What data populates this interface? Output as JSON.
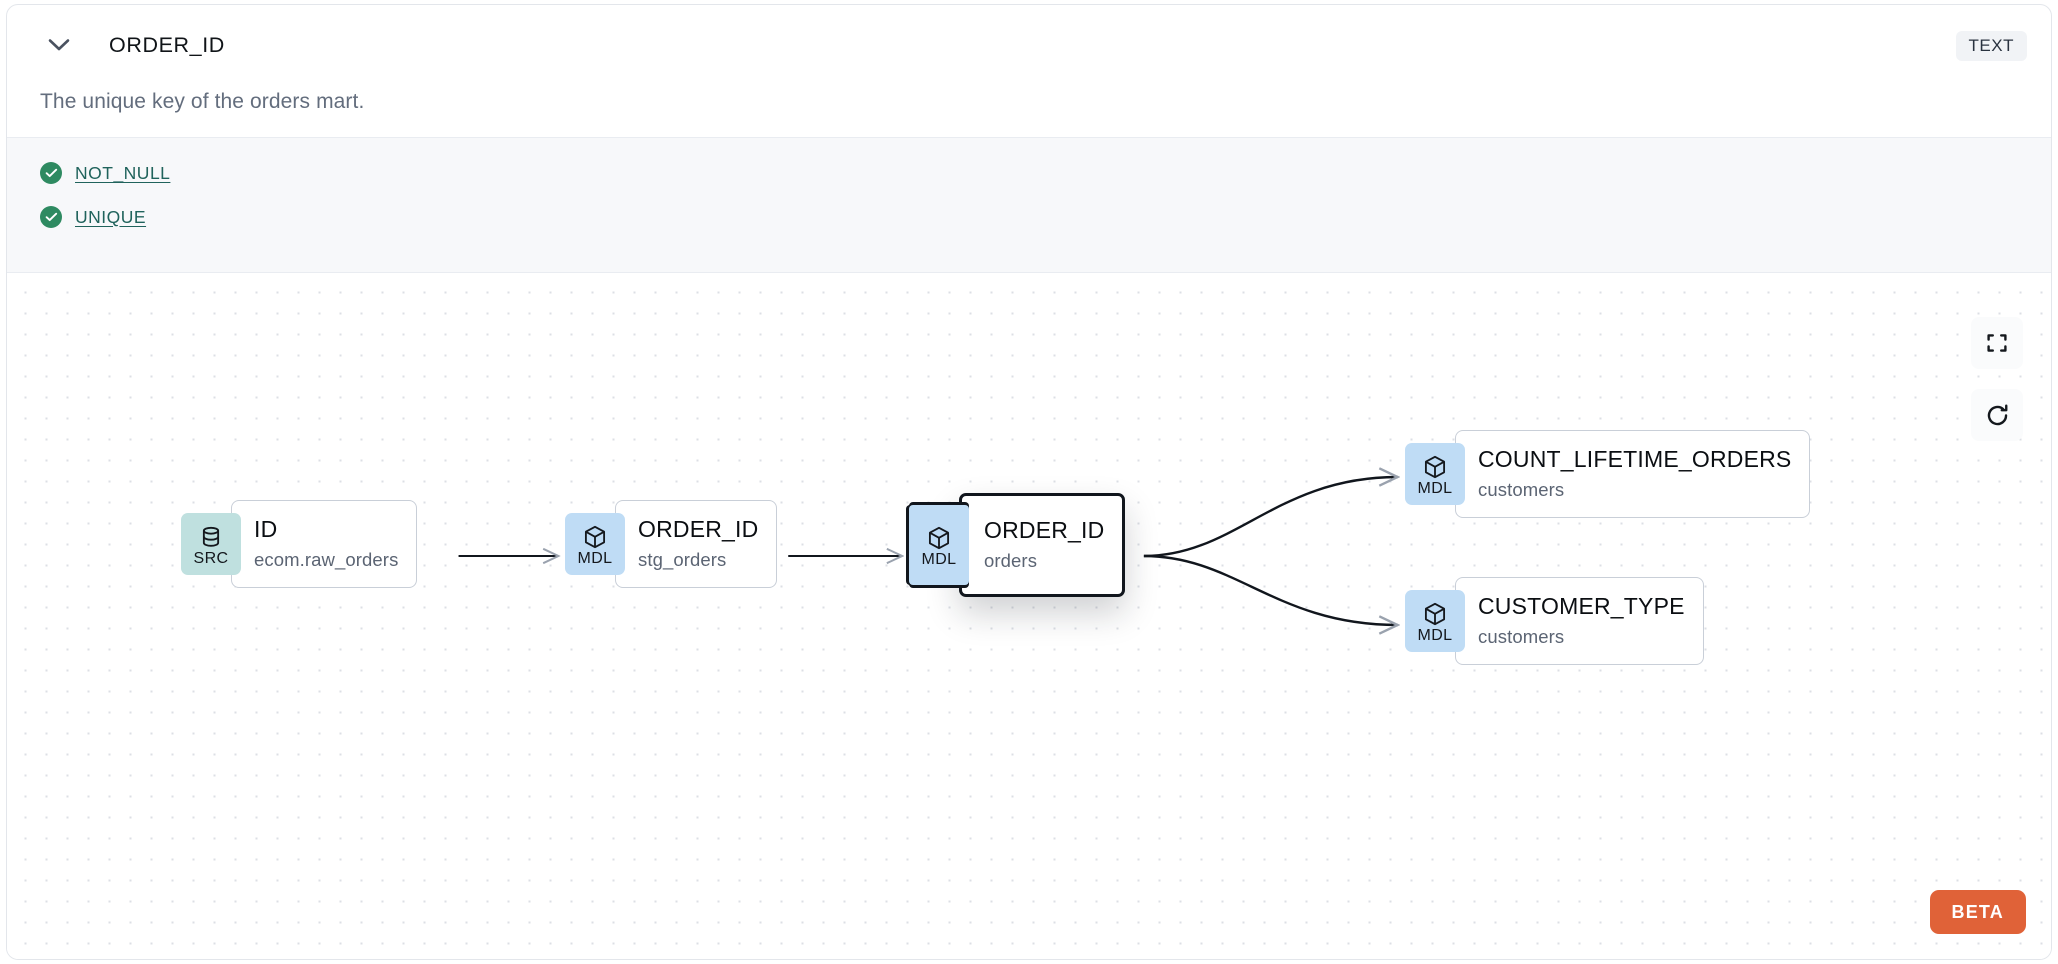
{
  "header": {
    "collapse_icon": "chevron-down-icon",
    "column_name": "ORDER_ID",
    "type_badge": "TEXT"
  },
  "description": "The unique key of the orders mart.",
  "tests": {
    "items": [
      {
        "status_icon": "check-circle-icon",
        "label": "NOT_NULL"
      },
      {
        "status_icon": "check-circle-icon",
        "label": "UNIQUE"
      }
    ]
  },
  "lineage": {
    "nodes": [
      {
        "id": "src",
        "kind": "SRC",
        "kind_icon": "database-icon",
        "name": "ID",
        "source": "ecom.raw_orders",
        "selected": false
      },
      {
        "id": "stg",
        "kind": "MDL",
        "kind_icon": "cube-icon",
        "name": "ORDER_ID",
        "source": "stg_orders",
        "selected": false
      },
      {
        "id": "orders",
        "kind": "MDL",
        "kind_icon": "cube-icon",
        "name": "ORDER_ID",
        "source": "orders",
        "selected": true
      },
      {
        "id": "count",
        "kind": "MDL",
        "kind_icon": "cube-icon",
        "name": "COUNT_LIFETIME_ORDERS",
        "source": "customers",
        "selected": false
      },
      {
        "id": "custtype",
        "kind": "MDL",
        "kind_icon": "cube-icon",
        "name": "CUSTOMER_TYPE",
        "source": "customers",
        "selected": false
      }
    ]
  },
  "controls": {
    "fit_view": "fit-view-icon",
    "reset": "refresh-icon"
  },
  "beta_label": "BETA",
  "colors": {
    "src_badge": "#bfe0df",
    "mdl_badge": "#bfdcf5",
    "test_pass": "#2e8a61",
    "test_link": "#20635c",
    "beta": "#e06238",
    "selected_border": "#11161d"
  }
}
